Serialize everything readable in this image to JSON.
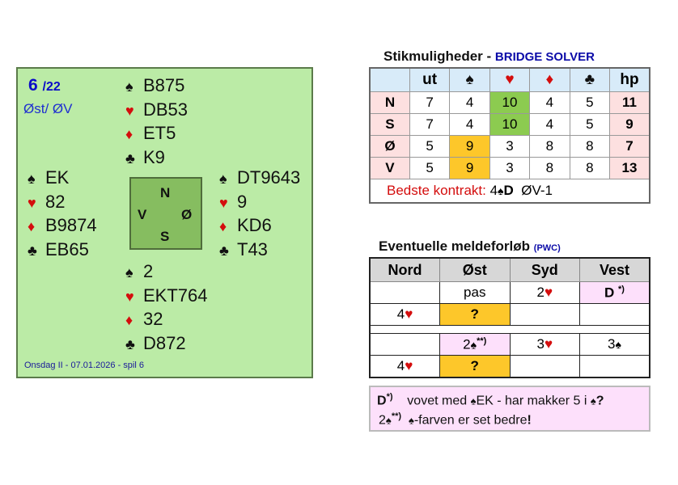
{
  "board": {
    "number": "6",
    "total": "/22",
    "dealer_vul": "Øst/ ØV",
    "footer": "Onsdag II - 07.01.2026 - spil 6",
    "compass": {
      "n": "N",
      "s": "S",
      "e": "Ø",
      "w": "V"
    },
    "suits": {
      "spade": "♠",
      "heart": "♥",
      "diamond": "♦",
      "club": "♣"
    },
    "north": {
      "spades": "B875",
      "hearts": "DB53",
      "diamonds": "ET5",
      "clubs": "K9"
    },
    "west": {
      "spades": "EK",
      "hearts": "82",
      "diamonds": "B9874",
      "clubs": "EB65"
    },
    "east": {
      "spades": "DT9643",
      "hearts": "9",
      "diamonds": "KD6",
      "clubs": "T43"
    },
    "south": {
      "spades": "2",
      "hearts": "EKT764",
      "diamonds": "32",
      "clubs": "D872"
    }
  },
  "solver": {
    "title": "Stikmuligheder - ",
    "subtitle": "BRIDGE SOLVER",
    "headers": [
      "",
      "ut",
      "♠",
      "♥",
      "♦",
      "♣",
      "hp"
    ],
    "rows": [
      [
        "N",
        "7",
        "4",
        "10",
        "4",
        "5",
        "11"
      ],
      [
        "S",
        "7",
        "4",
        "10",
        "4",
        "5",
        "9"
      ],
      [
        "Ø",
        "5",
        "9",
        "3",
        "8",
        "8",
        "7"
      ],
      [
        "V",
        "5",
        "9",
        "3",
        "8",
        "8",
        "13"
      ]
    ],
    "best_label": "Bedste kontrakt:",
    "best_level": "4",
    "best_suit": "♠",
    "best_D": "D",
    "best_rest": "ØV-1"
  },
  "bidding": {
    "title": "Eventuelle meldeforløb",
    "subtitle": "(PWC)",
    "headers": [
      "Nord",
      "Øst",
      "Syd",
      "Vest"
    ],
    "seq1": [
      [
        "",
        "pas",
        "2",
        "D"
      ],
      [
        "4",
        "?",
        "",
        ""
      ]
    ],
    "seq2": [
      [
        "",
        "2",
        "3",
        "3"
      ],
      [
        "4",
        "?",
        "",
        ""
      ]
    ],
    "note1_mark": "*)",
    "note2_mark": "**)"
  },
  "notes": {
    "l1_D": "D",
    "l1_mark": "*)",
    "l1_text": "vovet med",
    "l1_hand": "EK - har makker 5 i",
    "l1_q": "?",
    "l2_lvl": "2",
    "l2_mark": "**)",
    "l2_text": "-farven er set bedre",
    "l2_excl": "!"
  }
}
